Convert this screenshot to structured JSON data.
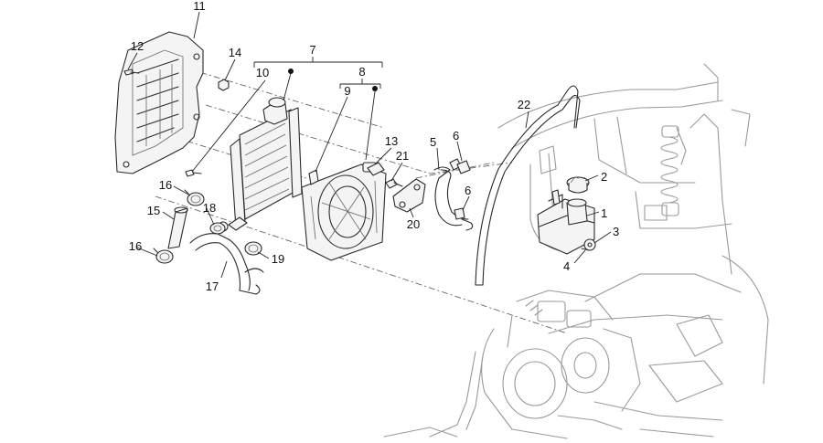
{
  "callouts": [
    {
      "id": "c1",
      "label": "1"
    },
    {
      "id": "c2",
      "label": "2"
    },
    {
      "id": "c3",
      "label": "3"
    },
    {
      "id": "c4",
      "label": "4"
    },
    {
      "id": "c5",
      "label": "5"
    },
    {
      "id": "c6a",
      "label": "6"
    },
    {
      "id": "c6b",
      "label": "6"
    },
    {
      "id": "c7",
      "label": "7"
    },
    {
      "id": "c8",
      "label": "8"
    },
    {
      "id": "c9",
      "label": "9"
    },
    {
      "id": "c10",
      "label": "10"
    },
    {
      "id": "c11",
      "label": "11"
    },
    {
      "id": "c12",
      "label": "12"
    },
    {
      "id": "c13",
      "label": "13"
    },
    {
      "id": "c14",
      "label": "14"
    },
    {
      "id": "c15",
      "label": "15"
    },
    {
      "id": "c16a",
      "label": "16"
    },
    {
      "id": "c16b",
      "label": "16"
    },
    {
      "id": "c17",
      "label": "17"
    },
    {
      "id": "c18",
      "label": "18"
    },
    {
      "id": "c19",
      "label": "19"
    },
    {
      "id": "c20",
      "label": "20"
    },
    {
      "id": "c21",
      "label": "21"
    },
    {
      "id": "c22",
      "label": "22"
    }
  ]
}
